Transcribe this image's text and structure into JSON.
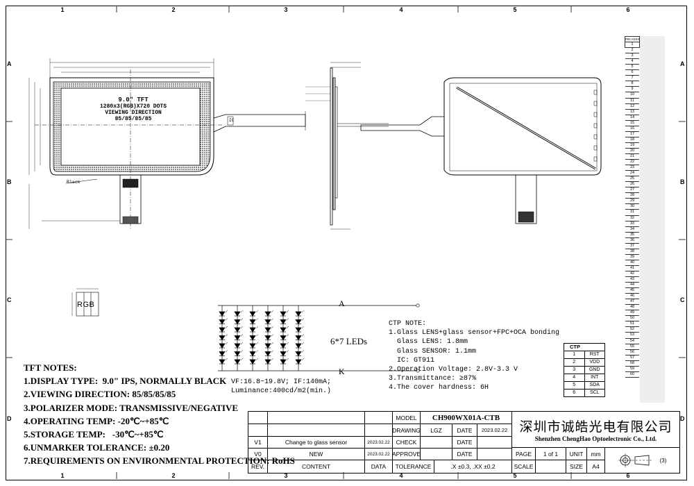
{
  "zones": {
    "cols": [
      "1",
      "2",
      "3",
      "4",
      "5",
      "6"
    ],
    "rows": [
      "A",
      "B",
      "C",
      "D"
    ]
  },
  "front_view": {
    "title": "9.0\" TFT",
    "resolution": "1280x3(RGB)X720 DOTS",
    "viewing_label": "VIEWING DIRECTION",
    "viewing_value": "85/85/85/85",
    "black_label": "Black",
    "ic_label": "IC"
  },
  "rgb_pixel": {
    "label": "RGB"
  },
  "led_circuit": {
    "anode": "A",
    "cathode": "K",
    "count_label": "6*7 LEDs",
    "vf_line": "VF:16.8~19.8V; IF:140mA;",
    "luminance_line": "Luminance:400cd/m2(min.)",
    "rows": 7,
    "cols": 6
  },
  "tft_notes": {
    "heading": "TFT NOTES:",
    "items": [
      "1.DISPLAY TYPE:  9.0\" IPS, NORMALLY BLACK",
      "2.VIEWING DIRECTION: 85/85/85/85",
      "3.POLARIZER MODE: TRANSMISSIVE/NEGATIVE",
      "4.OPERATING TEMP: -20℃~+85℃",
      "5.STORAGE TEMP:   -30℃~+85℃",
      "6.UNMARKER TOLERANCE: ±0.20",
      "7.REQUIREMENTS ON ENVIRONMENTAL PROTECTION: RoHS"
    ]
  },
  "ctp_notes": {
    "heading": "CTP NOTE:",
    "items": [
      "1.Glass LENS+glass sensor+FPC+OCA bonding",
      "  Glass LENS: 1.8mm",
      "  Glass SENSOR: 1.1mm",
      "  IC: GT911",
      "2.Operation Voltage: 2.8V-3.3 V",
      "3.Transmittance: ≥87%",
      "4.The cover hardness: 6H"
    ]
  },
  "ctp_table": {
    "title": "CTP",
    "rows": [
      [
        "1",
        "RST"
      ],
      [
        "2",
        "VDD"
      ],
      [
        "3",
        "GND"
      ],
      [
        "4",
        "INT"
      ],
      [
        "5",
        "SDA"
      ],
      [
        "6",
        "SCL"
      ]
    ]
  },
  "pin_table": {
    "title": "PIN ASSIGNMENT",
    "pins": [
      "1",
      "2",
      "3",
      "4",
      "5",
      "6",
      "7",
      "8",
      "9",
      "10",
      "11",
      "12",
      "13",
      "14",
      "15",
      "16",
      "17",
      "18",
      "19",
      "20",
      "21",
      "22",
      "23",
      "24",
      "25",
      "26",
      "27",
      "28",
      "29",
      "30",
      "31",
      "32",
      "33",
      "34",
      "35",
      "36",
      "37",
      "38",
      "39",
      "40",
      "41",
      "42",
      "43",
      "44",
      "45",
      "46",
      "47",
      "48",
      "49",
      "50",
      "51",
      "52",
      "53",
      "54",
      "55",
      "56",
      "57",
      "58",
      "59",
      "60"
    ]
  },
  "title_block": {
    "model_label": "MODEL",
    "model_value": "CH900WX01A-CTB",
    "drawing_label": "DRAWING",
    "drawing_value": "LGZ",
    "date_label": "DATE",
    "date_value": "2023.02.22",
    "check_label": "CHECK",
    "approve_label": "APPROVE",
    "tolerance_label": "TOLERANCE",
    "tolerance_value": ".X ±0.3, .XX ±0.2",
    "page_label": "PAGE",
    "page_value": "1 of 1",
    "unit_label": "UNIT",
    "unit_value": "mm",
    "scale_label": "SCALE",
    "size_label": "SIZE",
    "size_value": "A4",
    "company_cn": "深圳市诚皓光电有限公司",
    "company_en": "Shenzhen ChengHao Optoelectronic Co., Ltd.",
    "projection": "(3)",
    "rev_header": "REV.",
    "content_header": "CONTENT",
    "data_header": "DATA",
    "revisions": [
      {
        "rev": "V1",
        "content": "Change to glass sensor",
        "date": "2023.02.22"
      },
      {
        "rev": "V0",
        "content": "NEW",
        "date": "2023.02.22"
      }
    ]
  }
}
